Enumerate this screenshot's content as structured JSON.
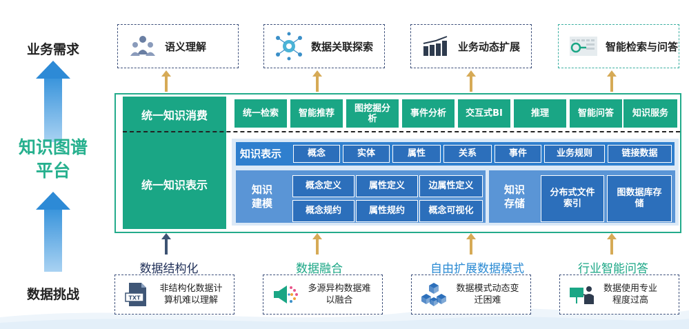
{
  "left": {
    "business_needs": "业务需求",
    "platform": [
      "知识图谱",
      "平台"
    ],
    "data_challenges": "数据挑战"
  },
  "needs": [
    {
      "label": "语义理解",
      "icon": "people-network-icon"
    },
    {
      "label": "数据关联探索",
      "icon": "data-network-icon"
    },
    {
      "label": "业务动态扩展",
      "icon": "bar-chart-icon"
    },
    {
      "label": "智能检索与问答",
      "icon": "search-key-icon"
    }
  ],
  "consumption": {
    "label": "统一知识消费",
    "items": [
      "统一检索",
      "智能推荐",
      "图挖掘分析",
      "事件分析",
      "交互式BI",
      "推理",
      "智能问答",
      "知识服务"
    ]
  },
  "representation": {
    "label": "统一知识表示",
    "bar_label": "知识表示",
    "bar_items": [
      "概念",
      "实体",
      "属性",
      "关系",
      "事件",
      "业务规则",
      "链接数据"
    ],
    "modeling": {
      "label": "知识建模",
      "items": [
        "概念定义",
        "属性定义",
        "边属性定义",
        "概念规约",
        "属性规约",
        "概念可视化"
      ]
    },
    "storage": {
      "label": "知识存储",
      "items": [
        "分布式文件索引",
        "图数据库存储"
      ]
    }
  },
  "challenges": [
    {
      "title": "数据结构化",
      "text": "非结构化数据计算机难以理解",
      "icon": "txt-file-icon"
    },
    {
      "title": "数据融合",
      "text": "多源异构数据难以融合",
      "icon": "megaphone-merge-icon"
    },
    {
      "title": "自由扩展数据模式",
      "text": "数据模式动态变迁困难",
      "icon": "cube-cluster-icon"
    },
    {
      "title": "行业智能问答",
      "text": "数据使用专业程度过高",
      "icon": "presenter-icon"
    }
  ],
  "colors": {
    "green": "#1aa685",
    "blue_dark": "#2c6fbb",
    "blue_bar": "#2f7fce",
    "blue_light": "#5a95d6",
    "gold_arrow": "#d6aa56",
    "navy": "#1f2f58"
  }
}
